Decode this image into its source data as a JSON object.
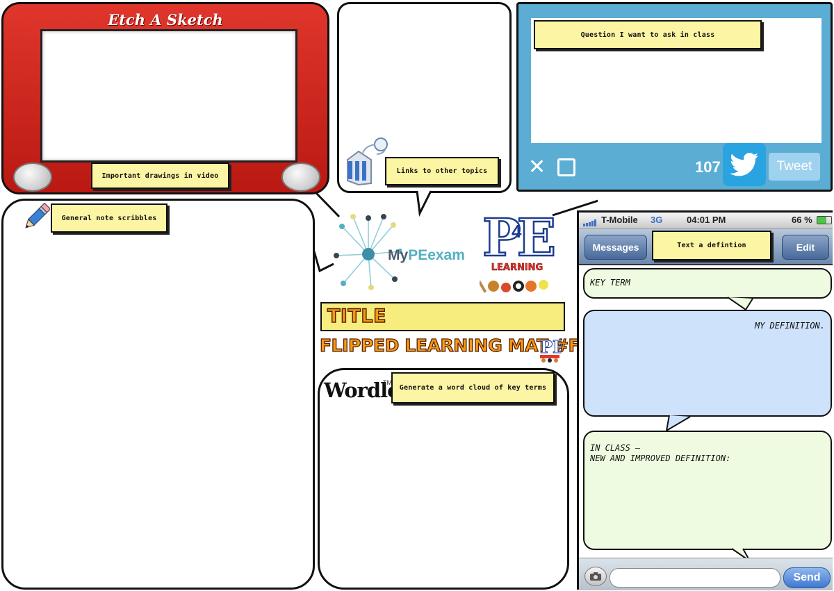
{
  "etch": {
    "brand": "Etch A Sketch",
    "note": "Important drawings in video"
  },
  "links": {
    "note": "Links to other topics"
  },
  "twitter": {
    "note": "Question I want to ask in class",
    "count": "107",
    "tweet_label": "Tweet",
    "close_glyph": "✕"
  },
  "notes": {
    "note": "General note scribbles"
  },
  "logos": {
    "mype_prefix": "My",
    "mype_highlight": "PE",
    "mype_suffix": "exam",
    "pe_big": "PE",
    "pe_four": "4",
    "pe_learning": "LEARNING"
  },
  "title": {
    "label": "TITLE",
    "subtitle": "FLIPPED LEARNING MAT #FLM"
  },
  "wordle": {
    "logo": "Wordle",
    "tm": "TM",
    "note": "Generate a word cloud of key terms"
  },
  "phone": {
    "carrier": "T-Mobile",
    "network": "3G",
    "time": "04:01 PM",
    "battery": "66 %",
    "back_label": "Messages",
    "note": "Text a defintion",
    "edit_label": "Edit",
    "key_term": "KEY TERM",
    "my_definition": "MY DEFINITION.",
    "in_class": "IN CLASS –\nNEW AND IMPROVED DEFINITION:",
    "send_label": "Send"
  },
  "colors": {
    "etch_red": "#d8281f",
    "twitter_blue": "#5badd4",
    "note_yellow": "#fbf5a4",
    "bubble_green": "#eefbe0",
    "bubble_blue": "#cfe2fb"
  }
}
